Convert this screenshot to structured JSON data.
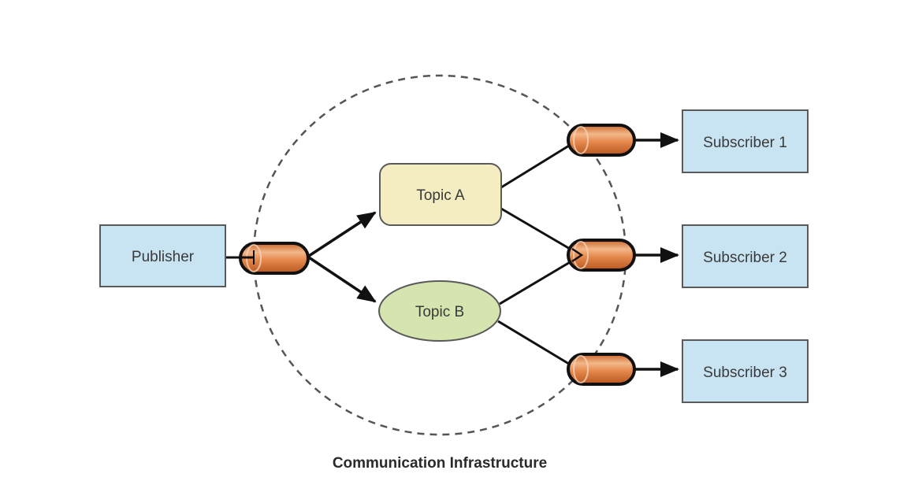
{
  "diagram": {
    "type": "publish-subscribe",
    "caption": "Communication Infrastructure",
    "publisher": {
      "label": "Publisher"
    },
    "topics": [
      {
        "id": "topic-a",
        "label": "Topic A",
        "shape": "rounded-rectangle",
        "color": "#f5edc2"
      },
      {
        "id": "topic-b",
        "label": "Topic B",
        "shape": "ellipse",
        "color": "#d6e4b0"
      }
    ],
    "subscribers": [
      {
        "id": "subscriber-1",
        "label": "Subscriber 1"
      },
      {
        "id": "subscriber-2",
        "label": "Subscriber 2"
      },
      {
        "id": "subscriber-3",
        "label": "Subscriber 3"
      }
    ],
    "connections": [
      {
        "from": "publisher",
        "to": "topic-a"
      },
      {
        "from": "publisher",
        "to": "topic-b"
      },
      {
        "from": "topic-a",
        "to": "subscriber-1"
      },
      {
        "from": "topic-a",
        "to": "subscriber-2"
      },
      {
        "from": "topic-b",
        "to": "subscriber-2"
      },
      {
        "from": "topic-b",
        "to": "subscriber-3"
      }
    ],
    "colors": {
      "box_fill": "#c8e3f2",
      "box_stroke": "#5a5a5a",
      "pipe_fill": "#e0884a",
      "line": "#111111",
      "boundary": "#555555"
    }
  }
}
